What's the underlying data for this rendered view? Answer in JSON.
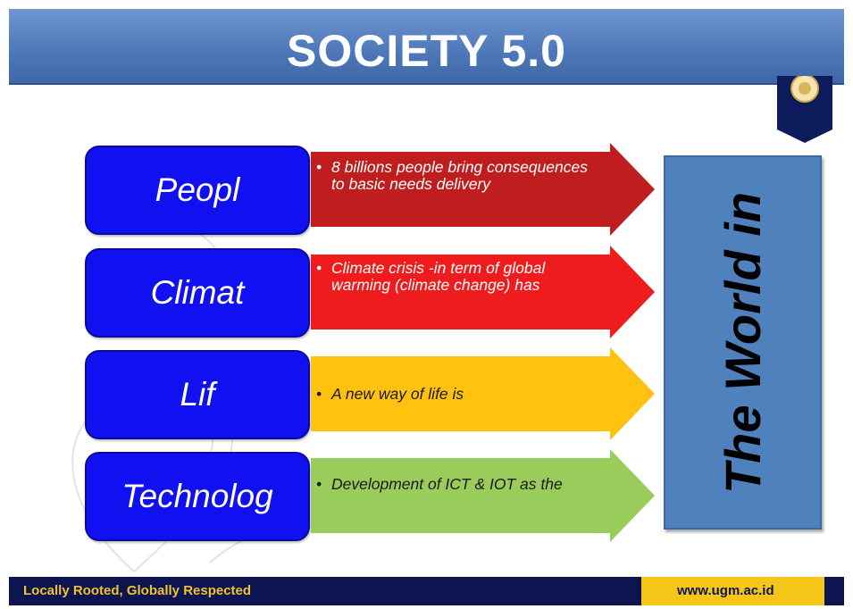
{
  "title": "SOCIETY 5.0",
  "categories": [
    {
      "label": "Peopl",
      "text": "8 billions people bring consequences to basic needs delivery",
      "color": "#c01e1e"
    },
    {
      "label": "Climat",
      "text": "Climate crisis -in term of global warming (climate change) has",
      "color": "#ee1c1c"
    },
    {
      "label": "Lif",
      "text": "A new way of life is",
      "color": "#ffc20e"
    },
    {
      "label": "Technolog",
      "text": "Development of ICT & IOT as the",
      "color": "#99cc5a"
    }
  ],
  "bullet": "•",
  "world_box": {
    "text": "The World in",
    "color": "#4f81bd"
  },
  "footer": {
    "left": "Locally Rooted, Globally Respected",
    "right": "www.ugm.ac.id"
  },
  "colors": {
    "header": "#4d77b8",
    "category_box": "#1010f0",
    "footer": "#0d1550",
    "footer_accent": "#f5c518"
  },
  "icons": [
    "ugm-emblem-icon"
  ]
}
